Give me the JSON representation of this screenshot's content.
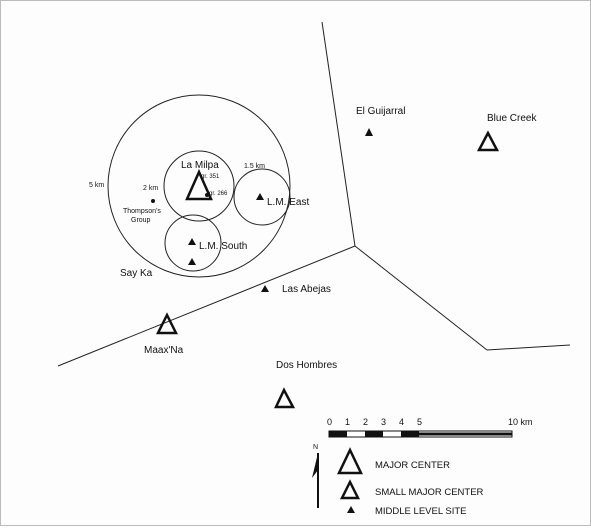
{
  "map": {
    "sites": {
      "la_milpa": "La Milpa",
      "lm_east": "L.M. East",
      "lm_south": "L.M. South",
      "say_ka": "Say Ka",
      "thompsons_group_line1": "Thompson's",
      "thompsons_group_line2": "Group",
      "el_guijarral": "El Guijarral",
      "blue_creek": "Blue Creek",
      "las_abejas": "Las Abejas",
      "maaxna": "Maax'Na",
      "dos_hombres": "Dos Hombres",
      "gr351": "gr. 351",
      "gr266": "gr. 266"
    },
    "radii_labels": {
      "r5": "5 km",
      "r2": "2 km",
      "r15": "1.5 km"
    },
    "scale_bar": {
      "ticks": [
        "0",
        "1",
        "2",
        "3",
        "4",
        "5",
        "10 km"
      ]
    },
    "north_label": "N",
    "legend": {
      "major_center": "MAJOR CENTER",
      "small_major_center": "SMALL MAJOR CENTER",
      "middle_level_site": "MIDDLE LEVEL SITE"
    }
  }
}
